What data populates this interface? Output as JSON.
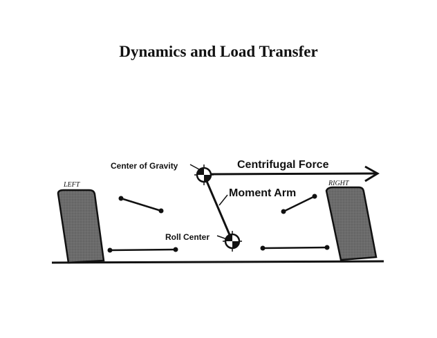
{
  "title": "Dynamics and Load Transfer",
  "labels": {
    "left_tire": "LEFT",
    "right_tire": "RIGHT",
    "center_of_gravity": "Center of Gravity",
    "centrifugal_force": "Centrifugal Force",
    "moment_arm": "Moment Arm",
    "roll_center": "Roll Center"
  },
  "colors": {
    "tire_fill": "#6b6b6b",
    "line": "#111111",
    "background": "#ffffff"
  }
}
